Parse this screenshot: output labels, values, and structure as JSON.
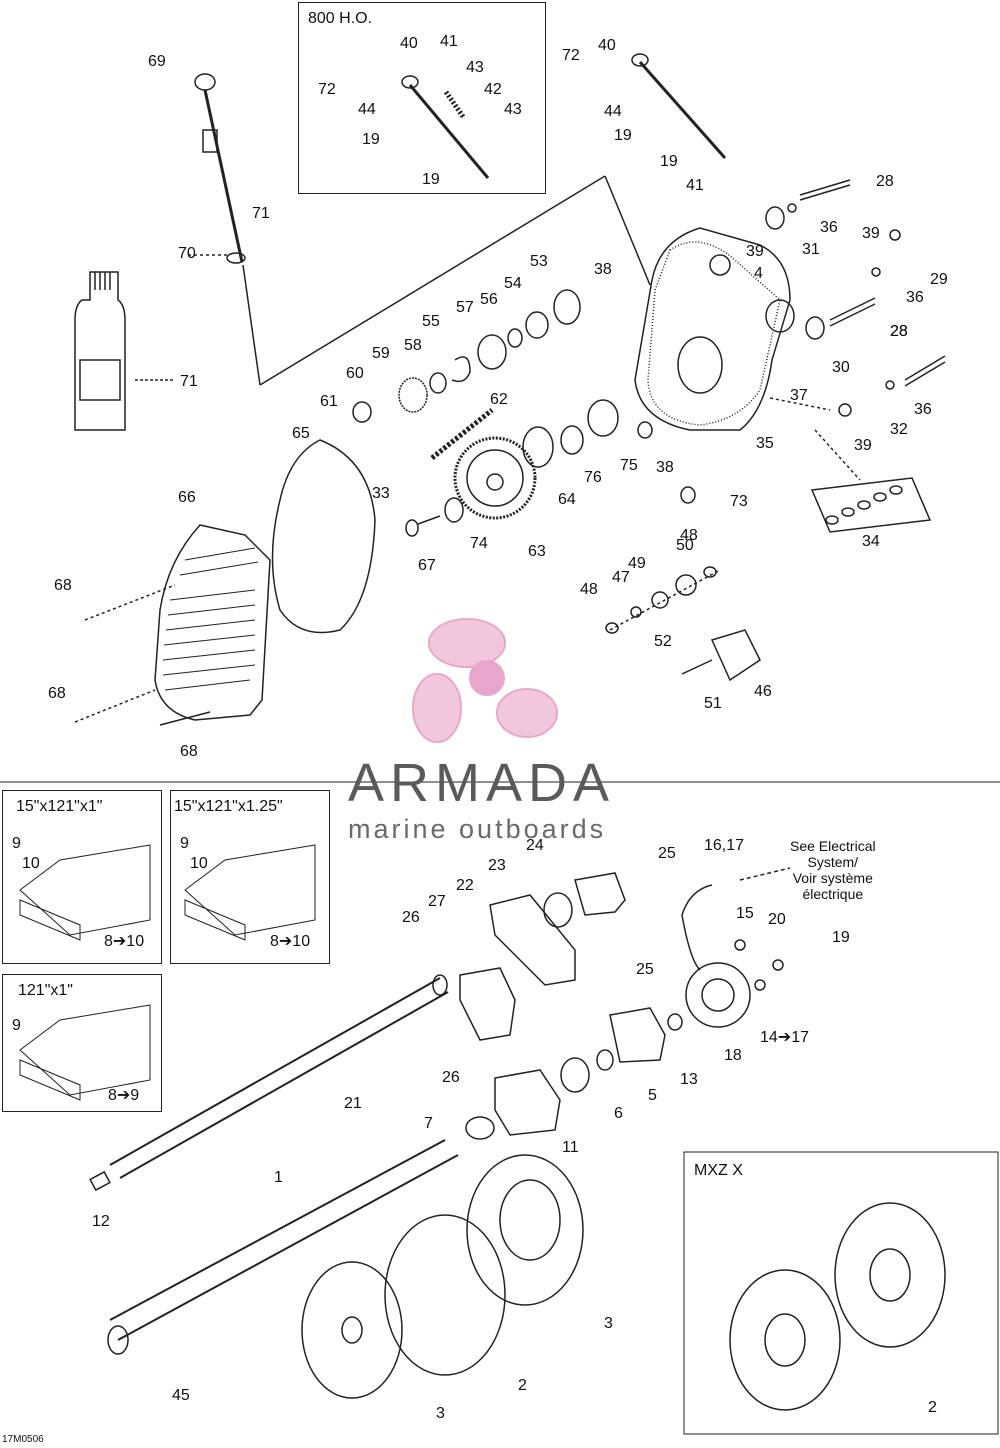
{
  "top_box_title": "800 H.O.",
  "watermark": {
    "name": "ARMADA",
    "tagline": "marine outboards",
    "accent": "#e8a6cc"
  },
  "electrical_note": [
    "See Electrical",
    "System/",
    "Voir système",
    "électrique"
  ],
  "track_boxes": [
    "15\"x121\"x1\"",
    "15\"x121\"x1.25\"",
    "121\"x1\""
  ],
  "mxz_box_title": "MXZ X",
  "image_code": "17M0506",
  "labels": [
    "69",
    "40",
    "41",
    "43",
    "42",
    "43",
    "72",
    "44",
    "19",
    "19",
    "72",
    "40",
    "44",
    "19",
    "19",
    "41",
    "28",
    "36",
    "31",
    "39",
    "39",
    "29",
    "36",
    "28",
    "4",
    "38",
    "53",
    "54",
    "56",
    "57",
    "55",
    "58",
    "59",
    "60",
    "61",
    "62",
    "65",
    "66",
    "30",
    "28",
    "37",
    "36",
    "32",
    "39",
    "35",
    "38",
    "73",
    "75",
    "76",
    "64",
    "63",
    "74",
    "33",
    "67",
    "34",
    "48",
    "50",
    "49",
    "47",
    "48",
    "52",
    "51",
    "46",
    "68",
    "68",
    "68",
    "70",
    "71",
    "71",
    "24",
    "25",
    "23",
    "22",
    "27",
    "26",
    "16,17",
    "15",
    "20",
    "19",
    "25",
    "14➔17",
    "18",
    "13",
    "5",
    "6",
    "11",
    "7",
    "21",
    "26",
    "9",
    "10",
    "8➔10",
    "9",
    "10",
    "8➔10",
    "9",
    "8➔9",
    "12",
    "1",
    "3",
    "2",
    "3",
    "45",
    "2"
  ]
}
